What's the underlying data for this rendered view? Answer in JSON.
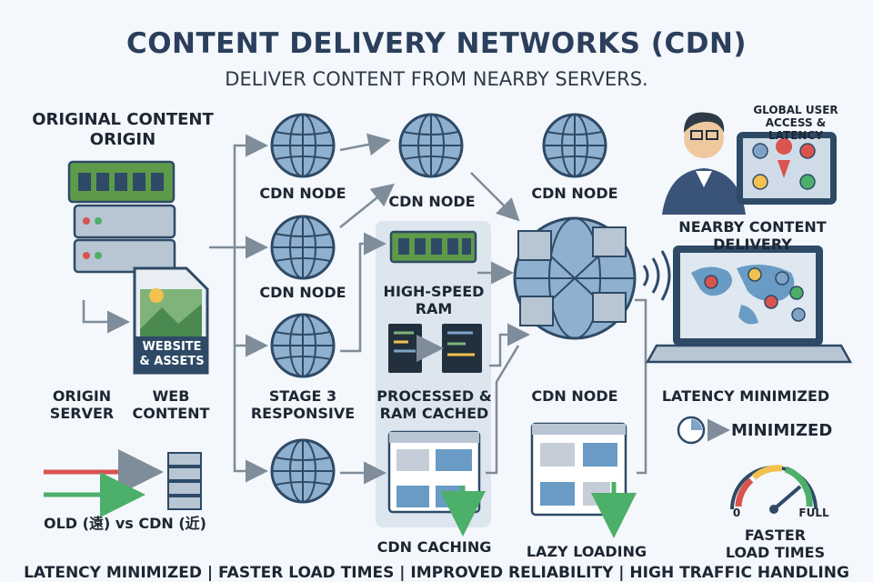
{
  "header": {
    "title": "CONTENT DELIVERY NETWORKS (CDN)",
    "subtitle": "DELIVER CONTENT FROM NEARBY SERVERS."
  },
  "origin": {
    "heading_line1": "ORIGINAL CONTENT",
    "heading_line2": "ORIGIN",
    "server_label_line1": "ORIGIN",
    "server_label_line2": "SERVER",
    "web_label_line1": "WEB",
    "web_label_line2": "CONTENT",
    "doc_label_line1": "WEBSITE",
    "doc_label_line2": "& ASSETS"
  },
  "nodes": {
    "node_a": "CDN NODE",
    "node_b": "CDN NODE",
    "node_c": "CDN NODE",
    "node_d": "CDN NODE",
    "stage_line1": "STAGE 3",
    "stage_line2": "RESPONSIVE",
    "central": "CDN NODE"
  },
  "middle": {
    "ram_line1": "HIGH-SPEED",
    "ram_line2": "RAM",
    "processed_line1": "PROCESSED &",
    "processed_line2": "RAM CACHED",
    "caching": "CDN CACHING",
    "lazy": "LAZY LOADING"
  },
  "legend": {
    "old_vs_cdn": "OLD (遠) vs CDN (近)",
    "colors": {
      "old": "#d9534f",
      "cdn": "#4caf6a"
    }
  },
  "right": {
    "global_line1": "GLOBAL USER",
    "global_line2": "ACCESS & LATENCY",
    "nearby": "NEARBY CONTENT DELIVERY",
    "latency": "LATENCY MINIMIZED",
    "minimized": "MINIMIZED",
    "gauge_min": "0",
    "gauge_max": "FULL",
    "faster_line1": "FASTER",
    "faster_line2": "LOAD TIMES"
  },
  "footer": "LATENCY MINIMIZED | FASTER LOAD TIMES | IMPROVED RELIABILITY | HIGH TRAFFIC HANDLING",
  "colors": {
    "globe": "#7fa3c6",
    "globe_dark": "#2e4a66",
    "arrow": "#7f8c99",
    "panel": "#dde6ef",
    "green_arrow": "#4caf6a"
  }
}
